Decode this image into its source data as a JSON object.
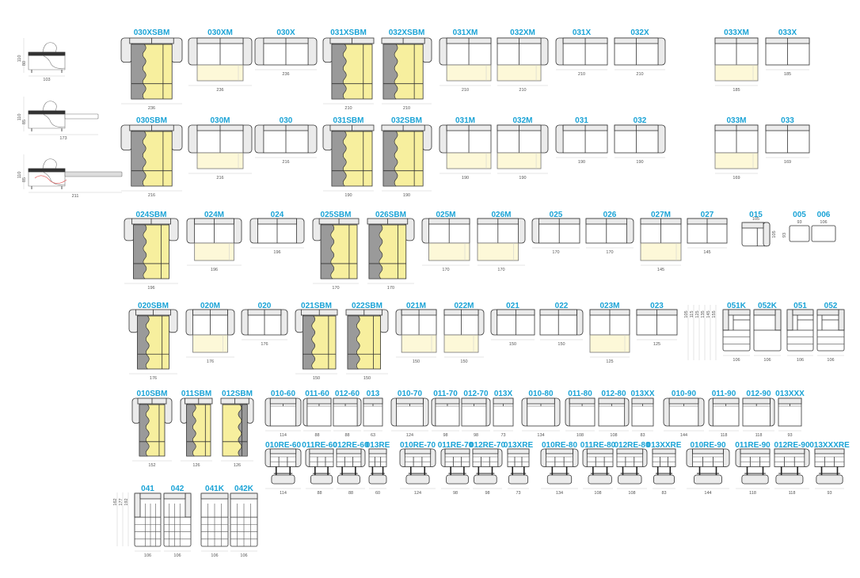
{
  "colors": {
    "label": "#1aa3d6",
    "mattress": "#fdf8d8",
    "bed_yellow": "#f7ef9e",
    "bed_grey": "#9a9a9a",
    "arm": "#ebebeb",
    "outline": "#333333"
  },
  "side_views": [
    {
      "name": "sofa-side",
      "width": "103",
      "heights": [
        "110",
        "80"
      ]
    },
    {
      "name": "sofa-extended-side",
      "width": "173",
      "heights": [
        "110",
        "85"
      ]
    },
    {
      "name": "sofa-bed-side",
      "width": "211",
      "heights": [
        "110",
        "85"
      ]
    }
  ],
  "rows": [
    [
      {
        "code": "030XSBM",
        "dim": "236",
        "kind": "sbm",
        "arms": "both"
      },
      {
        "code": "030XM",
        "dim": "236",
        "kind": "m",
        "arms": "both"
      },
      {
        "code": "030X",
        "dim": "236",
        "kind": "x",
        "arms": "both"
      },
      {
        "code": "031XSBM",
        "dim": "210",
        "kind": "sbm",
        "arms": "left"
      },
      {
        "code": "032XSBM",
        "dim": "210",
        "kind": "sbm",
        "arms": "right"
      },
      {
        "code": "031XM",
        "dim": "210",
        "kind": "m",
        "arms": "left"
      },
      {
        "code": "032XM",
        "dim": "210",
        "kind": "m",
        "arms": "right"
      },
      {
        "code": "031X",
        "dim": "210",
        "kind": "x",
        "arms": "left"
      },
      {
        "code": "032X",
        "dim": "210",
        "kind": "x",
        "arms": "right"
      },
      {
        "code": "033XM",
        "dim": "185",
        "kind": "m",
        "arms": "none"
      },
      {
        "code": "033X",
        "dim": "185",
        "kind": "x",
        "arms": "none"
      }
    ],
    [
      {
        "code": "030SBM",
        "dim": "216",
        "kind": "sbm",
        "arms": "both"
      },
      {
        "code": "030M",
        "dim": "216",
        "kind": "m",
        "arms": "both"
      },
      {
        "code": "030",
        "dim": "216",
        "kind": "x",
        "arms": "both"
      },
      {
        "code": "031SBM",
        "dim": "190",
        "kind": "sbm",
        "arms": "left"
      },
      {
        "code": "032SBM",
        "dim": "190",
        "kind": "sbm",
        "arms": "right"
      },
      {
        "code": "031M",
        "dim": "190",
        "kind": "m",
        "arms": "left"
      },
      {
        "code": "032M",
        "dim": "190",
        "kind": "m",
        "arms": "right"
      },
      {
        "code": "031",
        "dim": "190",
        "kind": "x",
        "arms": "left"
      },
      {
        "code": "032",
        "dim": "190",
        "kind": "x",
        "arms": "right"
      },
      {
        "code": "033M",
        "dim": "169",
        "kind": "m",
        "arms": "none"
      },
      {
        "code": "033",
        "dim": "169",
        "kind": "x",
        "arms": "none"
      }
    ],
    [
      {
        "code": "024SBM",
        "dim": "196",
        "kind": "sbm",
        "arms": "both"
      },
      {
        "code": "024M",
        "dim": "196",
        "kind": "m",
        "arms": "both"
      },
      {
        "code": "024",
        "dim": "196",
        "kind": "x",
        "arms": "both"
      },
      {
        "code": "025SBM",
        "dim": "170",
        "kind": "sbm",
        "arms": "left"
      },
      {
        "code": "026SBM",
        "dim": "170",
        "kind": "sbm",
        "arms": "right"
      },
      {
        "code": "025M",
        "dim": "170",
        "kind": "m",
        "arms": "left"
      },
      {
        "code": "026M",
        "dim": "170",
        "kind": "m",
        "arms": "right"
      },
      {
        "code": "025",
        "dim": "170",
        "kind": "x",
        "arms": "left"
      },
      {
        "code": "026",
        "dim": "170",
        "kind": "x",
        "arms": "right"
      },
      {
        "code": "027M",
        "dim": "145",
        "kind": "m",
        "arms": "none"
      },
      {
        "code": "027",
        "dim": "145",
        "kind": "x",
        "arms": "none"
      },
      {
        "code": "015",
        "dim": "105",
        "side_dim": "105",
        "kind": "corner",
        "arms": "right"
      },
      {
        "code": "005",
        "dim": "93",
        "side_dim": "93",
        "kind": "pouf",
        "arms": "none"
      },
      {
        "code": "006",
        "dim": "106",
        "kind": "pouf",
        "arms": "none"
      }
    ],
    [
      {
        "code": "020SBM",
        "dim": "176",
        "kind": "sbm",
        "arms": "both"
      },
      {
        "code": "020M",
        "dim": "176",
        "kind": "m",
        "arms": "both"
      },
      {
        "code": "020",
        "dim": "176",
        "kind": "x",
        "arms": "both"
      },
      {
        "code": "021SBM",
        "dim": "150",
        "kind": "sbm",
        "arms": "left"
      },
      {
        "code": "022SBM",
        "dim": "150",
        "kind": "sbm",
        "arms": "right"
      },
      {
        "code": "021M",
        "dim": "150",
        "kind": "m",
        "arms": "left"
      },
      {
        "code": "022M",
        "dim": "150",
        "kind": "m",
        "arms": "right"
      },
      {
        "code": "021",
        "dim": "150",
        "kind": "x",
        "arms": "left"
      },
      {
        "code": "022",
        "dim": "150",
        "kind": "x",
        "arms": "right"
      },
      {
        "code": "023M",
        "dim": "125",
        "kind": "m",
        "arms": "none"
      },
      {
        "code": "023",
        "dim": "125",
        "kind": "x",
        "arms": "none"
      },
      {
        "code": "051K",
        "dim": "106",
        "kind": "longchair",
        "arms": "left"
      },
      {
        "code": "052K",
        "dim": "106",
        "kind": "longchair",
        "arms": "right"
      },
      {
        "code": "051",
        "dim": "106",
        "kind": "longchair",
        "arms": "left"
      },
      {
        "code": "052",
        "dim": "106",
        "kind": "longchair",
        "arms": "right"
      }
    ],
    [
      {
        "code": "010SBM",
        "dim": "152",
        "kind": "sbm",
        "arms": "both"
      },
      {
        "code": "011SBM",
        "dim": "126",
        "kind": "sbm",
        "arms": "left"
      },
      {
        "code": "012SBM",
        "dim": "126",
        "kind": "sbm",
        "arms": "right"
      },
      {
        "code": "010-60",
        "dim": "114",
        "kind": "chair",
        "arms": "both"
      },
      {
        "code": "011-60",
        "dim": "88",
        "kind": "chair",
        "arms": "left"
      },
      {
        "code": "012-60",
        "dim": "88",
        "kind": "chair",
        "arms": "right"
      },
      {
        "code": "013",
        "dim": "63",
        "kind": "chair",
        "arms": "none"
      },
      {
        "code": "010-70",
        "dim": "124",
        "kind": "chair",
        "arms": "both"
      },
      {
        "code": "011-70",
        "dim": "98",
        "kind": "chair",
        "arms": "left"
      },
      {
        "code": "012-70",
        "dim": "98",
        "kind": "chair",
        "arms": "right"
      },
      {
        "code": "013X",
        "dim": "73",
        "kind": "chair",
        "arms": "none"
      },
      {
        "code": "010-80",
        "dim": "134",
        "kind": "chair",
        "arms": "both"
      },
      {
        "code": "011-80",
        "dim": "108",
        "kind": "chair",
        "arms": "left"
      },
      {
        "code": "012-80",
        "dim": "108",
        "kind": "chair",
        "arms": "right"
      },
      {
        "code": "013XX",
        "dim": "83",
        "kind": "chair",
        "arms": "none"
      },
      {
        "code": "010-90",
        "dim": "144",
        "kind": "chair",
        "arms": "both"
      },
      {
        "code": "011-90",
        "dim": "118",
        "kind": "chair",
        "arms": "left"
      },
      {
        "code": "012-90",
        "dim": "118",
        "kind": "chair",
        "arms": "right"
      },
      {
        "code": "013XXX",
        "dim": "93",
        "kind": "chair",
        "arms": "none"
      }
    ],
    [
      {
        "code": "010RE-60",
        "dim": "114",
        "kind": "recliner",
        "arms": "both"
      },
      {
        "code": "011RE-60",
        "dim": "88",
        "kind": "recliner",
        "arms": "left"
      },
      {
        "code": "012RE-60",
        "dim": "88",
        "kind": "recliner",
        "arms": "right"
      },
      {
        "code": "013RE",
        "dim": "60",
        "kind": "recliner",
        "arms": "none"
      },
      {
        "code": "010RE-70",
        "dim": "124",
        "kind": "recliner",
        "arms": "both"
      },
      {
        "code": "011RE-70",
        "dim": "98",
        "kind": "recliner",
        "arms": "left"
      },
      {
        "code": "012RE-70",
        "dim": "98",
        "kind": "recliner",
        "arms": "right"
      },
      {
        "code": "013XRE",
        "dim": "73",
        "kind": "recliner",
        "arms": "none"
      },
      {
        "code": "010RE-80",
        "dim": "134",
        "kind": "recliner",
        "arms": "both"
      },
      {
        "code": "011RE-80",
        "dim": "108",
        "kind": "recliner",
        "arms": "left"
      },
      {
        "code": "012RE-80",
        "dim": "108",
        "kind": "recliner",
        "arms": "right"
      },
      {
        "code": "013XXRE",
        "dim": "83",
        "kind": "recliner",
        "arms": "none"
      },
      {
        "code": "010RE-90",
        "dim": "144",
        "kind": "recliner",
        "arms": "both"
      },
      {
        "code": "011RE-90",
        "dim": "118",
        "kind": "recliner",
        "arms": "left"
      },
      {
        "code": "012RE-90",
        "dim": "118",
        "kind": "recliner",
        "arms": "right"
      },
      {
        "code": "013XXXRE",
        "dim": "93",
        "kind": "recliner",
        "arms": "none"
      }
    ],
    [
      {
        "code": "041",
        "dim": "106",
        "kind": "chaise",
        "arms": "left"
      },
      {
        "code": "042",
        "dim": "106",
        "kind": "chaise",
        "arms": "right"
      },
      {
        "code": "041K",
        "dim": "106",
        "kind": "chaise",
        "arms": "none"
      },
      {
        "code": "042K",
        "dim": "106",
        "kind": "chaise",
        "arms": "none"
      }
    ]
  ],
  "height_scales": [
    {
      "name": "longchair-heights",
      "values": [
        "105",
        "115",
        "125",
        "135",
        "145",
        "155"
      ]
    },
    {
      "name": "chaise-heights",
      "values": [
        "162",
        "177",
        "192"
      ]
    }
  ]
}
